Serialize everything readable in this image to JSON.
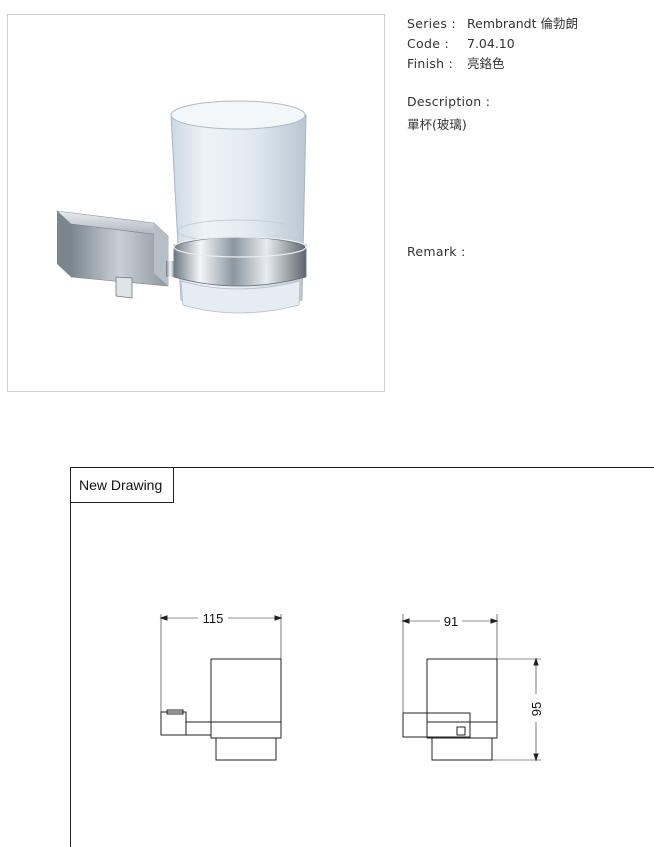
{
  "product": {
    "series_label": "Series :",
    "series_value": "Rembrandt 倫勃朗",
    "code_label": "Code :",
    "code_value": "7.04.10",
    "finish_label": "Finish :",
    "finish_value": "亮鉻色",
    "description_label": "Description :",
    "description_value": "單杯(玻璃)",
    "remark_label": "Remark :"
  },
  "drawing": {
    "tab_label": "New Drawing",
    "front_width": "115",
    "side_width": "91",
    "side_height": "95"
  },
  "colors": {
    "line": "#222222",
    "frame_border": "#cfcfcf",
    "text": "#333333"
  }
}
